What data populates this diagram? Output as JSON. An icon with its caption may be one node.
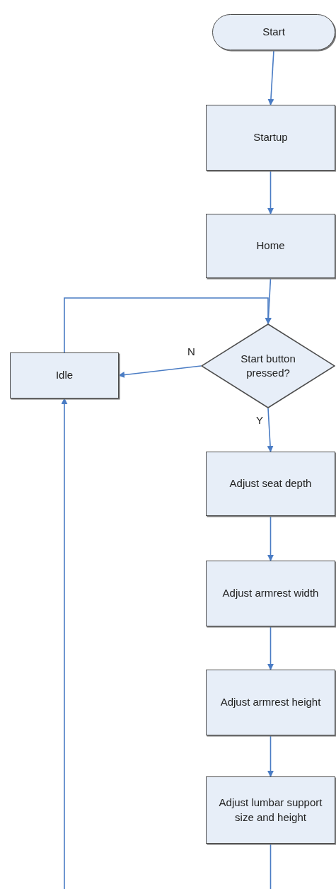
{
  "diagram": {
    "nodes": [
      {
        "text": [
          "Start"
        ]
      },
      {
        "text": [
          "Startup"
        ]
      },
      {
        "text": [
          "Home"
        ]
      },
      {
        "text": [
          "Start button pressed?"
        ]
      },
      {
        "text": [
          "Idle"
        ]
      },
      {
        "text": [
          "Adjust seat depth"
        ]
      },
      {
        "text": [
          "Adjust armrest width"
        ]
      },
      {
        "text": [
          "Adjust armrest height"
        ]
      },
      {
        "text": [
          "Adjust lumbar support size and height"
        ]
      }
    ],
    "edges": [
      {
        "from": 0,
        "to": 1,
        "arrow": "to"
      },
      {
        "from": 1,
        "to": 2,
        "arrow": "to"
      },
      {
        "from": 2,
        "to": 3,
        "arrow": "to"
      },
      {
        "from": 3,
        "to": 4,
        "arrow": "to",
        "label": "N"
      },
      {
        "from": 3,
        "to": 5,
        "arrow": "to",
        "label": "Y"
      },
      {
        "from": 5,
        "to": 6,
        "arrow": "to"
      },
      {
        "from": 6,
        "to": 7,
        "arrow": "to"
      },
      {
        "from": 7,
        "to": 8,
        "arrow": "to"
      },
      {
        "from": 8,
        "to": null,
        "arrow": "none"
      },
      {
        "from": null,
        "to": 4,
        "arrow": "to"
      },
      {
        "from": 4,
        "to": 3,
        "arrow": "to"
      }
    ]
  }
}
